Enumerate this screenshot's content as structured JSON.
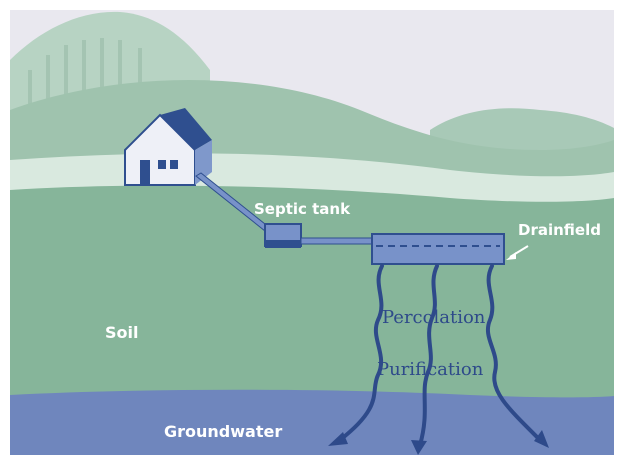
{
  "labels": {
    "septic_tank": "Septic tank",
    "drainfield": "Drainfield",
    "soil": "Soil",
    "percolation": "Percolation",
    "purification": "Purification",
    "groundwater": "Groundwater"
  },
  "colors": {
    "sky": "#e9e8ef",
    "far_trees": "#b7d3c3",
    "mid_hill": "#a8c9b7",
    "pale_band": "#d9e9df",
    "soil": "#86b59a",
    "groundwater": "#6f86bd",
    "house_wall": "#eef0f7",
    "house_roof": "#2f4f8f",
    "tank": "#7892c9",
    "flow_arrow": "#2e4a8a"
  },
  "icons": {
    "house": "house-icon",
    "septic_tank": "septic-tank-icon",
    "drainfield": "drainfield-pipe-icon"
  }
}
